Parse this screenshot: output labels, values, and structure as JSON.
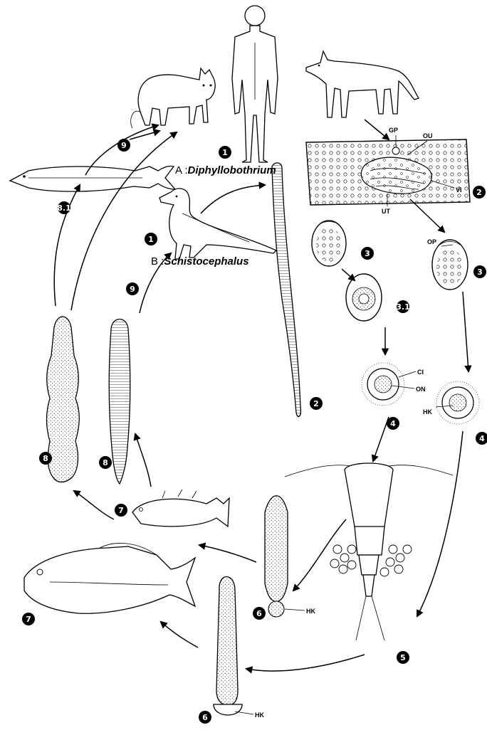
{
  "titles": {
    "a_prefix": "A :",
    "a_name": "Diphyllobothrium",
    "b_prefix": "B :",
    "b_name": "Schistocephalus"
  },
  "stage_numbers": {
    "human": "1",
    "bird": "1",
    "proglottid": "2",
    "strobila": "2",
    "egg_a": "3",
    "egg_b": "3",
    "egg_a_embryonated": "3.1",
    "coracidium_a": "4",
    "coracidium_b": "4",
    "copepod": "5",
    "procercoid_a": "6",
    "procercoid_b": "6",
    "fish_a": "7",
    "fish_b": "7",
    "plerocercoid_a": "8",
    "plerocercoid_b": "8",
    "pike": "8.1",
    "to_hosts_a": "9",
    "to_bird_b": "9"
  },
  "labels": {
    "gp": "GP",
    "ou": "OU",
    "vi": "VI",
    "ut": "UT",
    "op": "OP",
    "ci": "CI",
    "on": "ON",
    "hk_coracidium": "HK",
    "hk_procercoid_b": "HK",
    "hk_procercoid_a": "HK"
  }
}
